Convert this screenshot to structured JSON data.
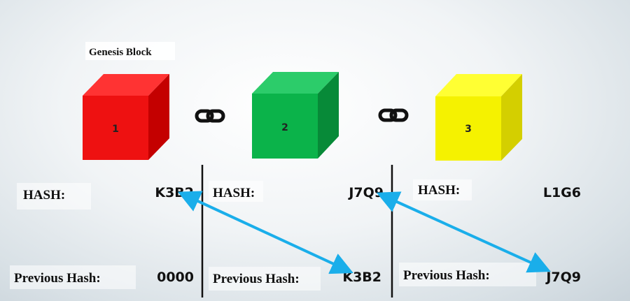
{
  "genesis_label": "Genesis Block",
  "hash_label": "HASH:",
  "previous_hash_label": "Previous Hash:",
  "blocks": [
    {
      "number": "1",
      "hash": "K3B2",
      "previous_hash": "0000",
      "color_front": "#ee1111",
      "color_top": "#ff3333",
      "color_side": "#c40000"
    },
    {
      "number": "2",
      "hash": "J7Q9",
      "previous_hash": "K3B2",
      "color_front": "#0bb34a",
      "color_top": "#2ccc6a",
      "color_side": "#078a38"
    },
    {
      "number": "3",
      "hash": "L1G6",
      "previous_hash": "J7Q9",
      "color_front": "#f5f200",
      "color_top": "#ffff33",
      "color_side": "#d4cf00"
    }
  ],
  "chain_icon": "chain-link-icon",
  "arrow_color": "#1aaeea"
}
